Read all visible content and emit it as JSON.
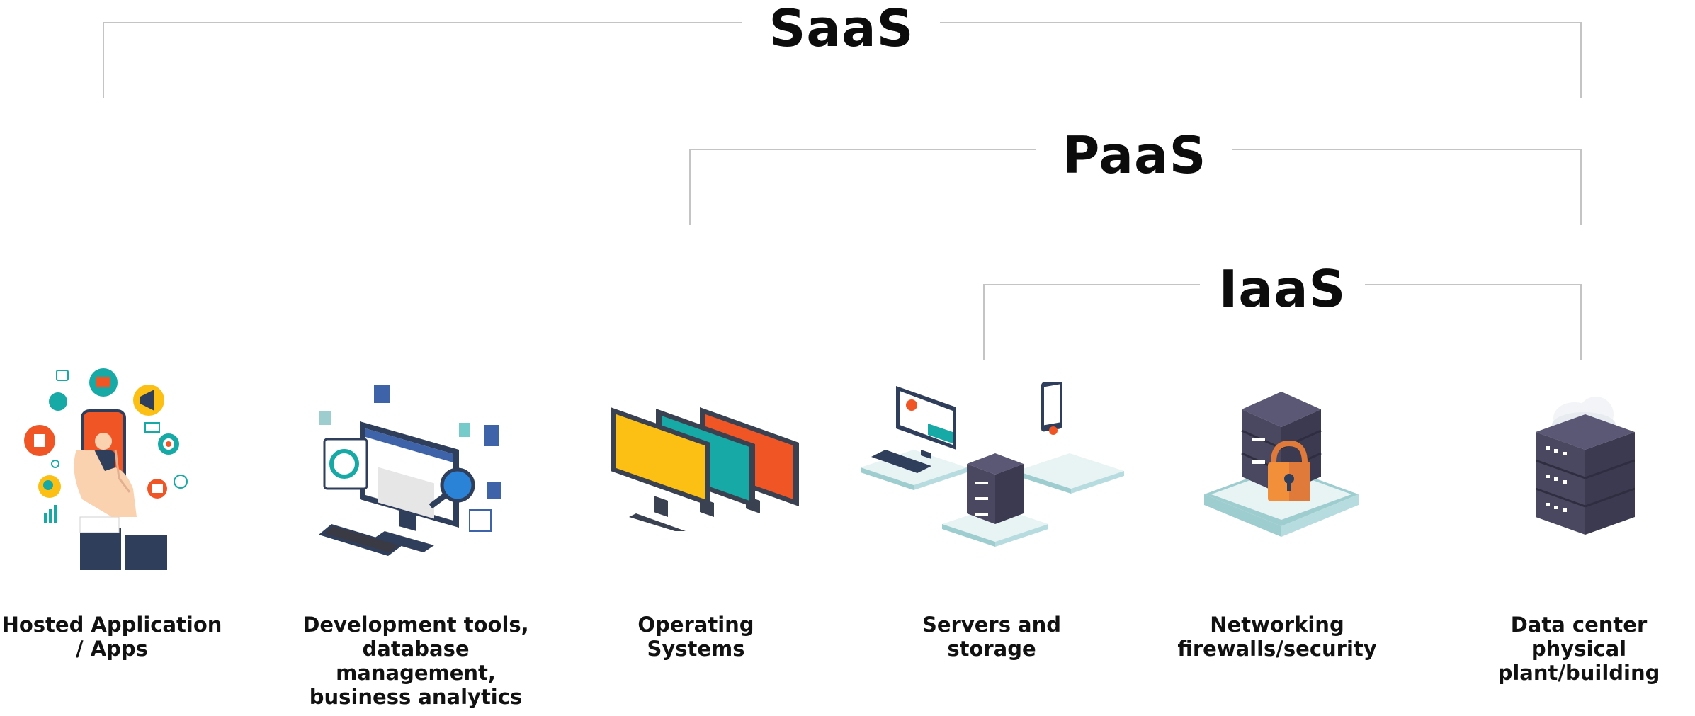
{
  "tiers": {
    "saas": "SaaS",
    "paas": "PaaS",
    "iaas": "IaaS"
  },
  "categories": [
    "Hosted Application / Apps",
    "Development tools, database management, business analytics",
    "Operating Systems",
    "Servers and storage",
    "Networking firewalls/security",
    "Data center physical plant/building"
  ],
  "colors": {
    "bracket": "#c4c4c4",
    "dark_navy": "#2f3e5a",
    "server_purple": "#4a4860",
    "teal": "#17a9a5",
    "orange": "#f05526",
    "yellow": "#fcbf14",
    "platform_teal": "#9ecdd0"
  },
  "icons": [
    "mobile-apps-icon",
    "dev-tools-monitor-icon",
    "operating-systems-monitors-icon",
    "servers-storage-icon",
    "firewall-lock-server-icon",
    "datacenter-cloud-rack-icon"
  ]
}
